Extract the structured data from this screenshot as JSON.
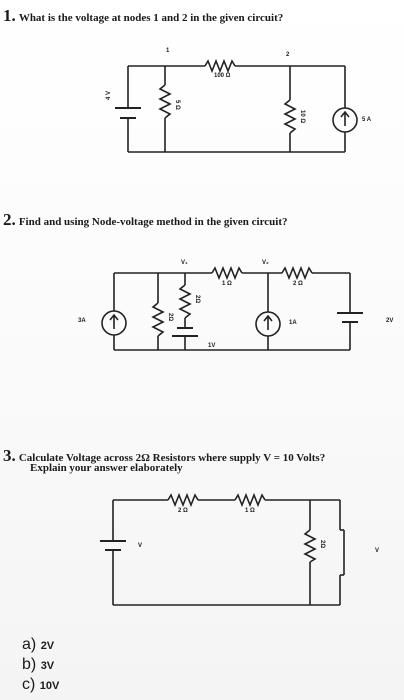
{
  "questions": [
    {
      "number": "1.",
      "text": "What is the voltage at nodes 1 and 2 in the given circuit?"
    },
    {
      "number": "2.",
      "text": "Find and using Node-voltage method in the given circuit?"
    },
    {
      "number": "3.",
      "text": "Calculate Voltage across 2Ω Resistors where supply V = 10 Volts?",
      "subtext": "Explain your answer elaborately"
    }
  ],
  "circuit1": {
    "node1_label": "1",
    "node2_label": "2",
    "resistor_top": "100 Ω",
    "source_left": "4 V",
    "resistor_left": "5 Ω",
    "resistor_right": "10 Ω",
    "current_source": "5 A"
  },
  "circuit2": {
    "node_va": "V₁",
    "node_vb": "V₂",
    "resistor_top1": "1 Ω",
    "resistor_top2": "2 Ω",
    "current_left": "3A",
    "resistor_v1": "2Ω",
    "resistor_v2": "2Ω",
    "battery_mid": "1V",
    "current_mid": "1A",
    "battery_right": "2V"
  },
  "circuit3": {
    "resistor_top1": "2 Ω",
    "resistor_top2": "1 Ω",
    "source_left": "V",
    "resistor_right": "2Ω",
    "source_right": "V"
  },
  "options": [
    {
      "letter": "a)",
      "value": "2V"
    },
    {
      "letter": "b)",
      "value": "3V"
    },
    {
      "letter": "c)",
      "value": "10V"
    }
  ]
}
